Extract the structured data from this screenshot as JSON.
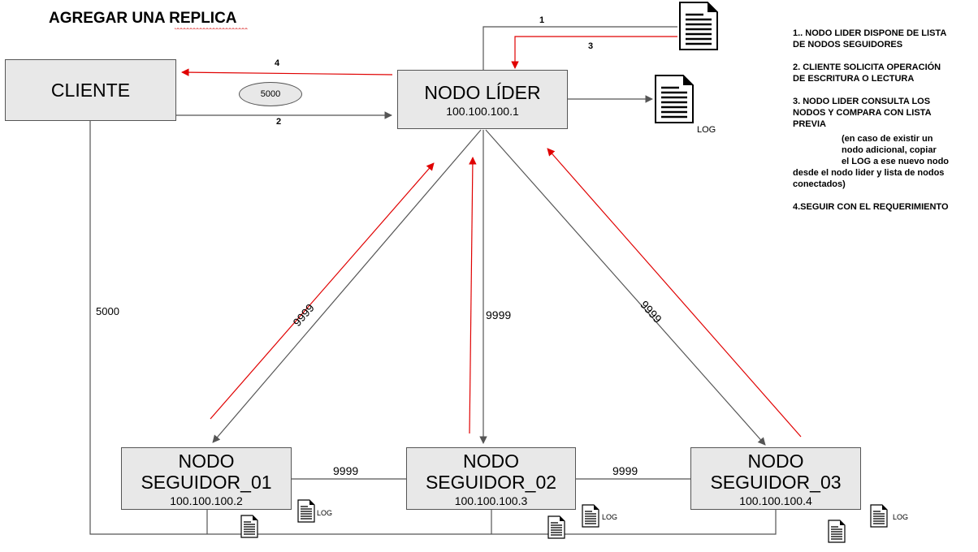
{
  "title": "AGREGAR UNA REPLICA",
  "nodes": {
    "cliente": {
      "name": "CLIENTE"
    },
    "lider": {
      "name": "NODO LÍDER",
      "ip": "100.100.100.1"
    },
    "seguidor_01": {
      "name_line1": "NODO",
      "name_line2": "SEGUIDOR_01",
      "ip": "100.100.100.2"
    },
    "seguidor_02": {
      "name_line1": "NODO",
      "name_line2": "SEGUIDOR_02",
      "ip": "100.100.100.3"
    },
    "seguidor_03": {
      "name_line1": "NODO",
      "name_line2": "SEGUIDOR_03",
      "ip": "100.100.100.4"
    }
  },
  "edge_labels": {
    "step1": "1",
    "step2": "2",
    "step3": "3",
    "step4": "4",
    "client_port_bubble": "5000",
    "client_port_side": "5000",
    "port_left": "9999",
    "port_center": "9999",
    "port_right": "9999",
    "port_s1_s2": "9999",
    "port_s2_s3": "9999"
  },
  "log_labels": {
    "leader_log": "LOG",
    "s1_log": "LOG",
    "s2_log": "LOG",
    "s3_log": "LOG"
  },
  "notes": {
    "n1": "1.. NODO LIDER DISPONE DE LISTA\nDE NODOS SEGUIDORES",
    "n2": "2. CLIENTE SOLICITA OPERACIÓN\nDE ESCRITURA O LECTURA",
    "n3": "3. NODO LIDER CONSULTA LOS\nNODOS Y COMPARA CON LISTA\nPREVIA",
    "n3_indent": "(en caso de existir un\nnodo adicional, copiar\nel LOG a ese nuevo  nodo",
    "n3_cont": "desde el nodo lider y lista de nodos\nconectados)",
    "n4": "4.SEGUIR CON EL REQUERIMIENTO"
  },
  "colors": {
    "arrow_gray": "#555555",
    "arrow_red": "#e00000",
    "box_fill": "#e8e8e8"
  }
}
